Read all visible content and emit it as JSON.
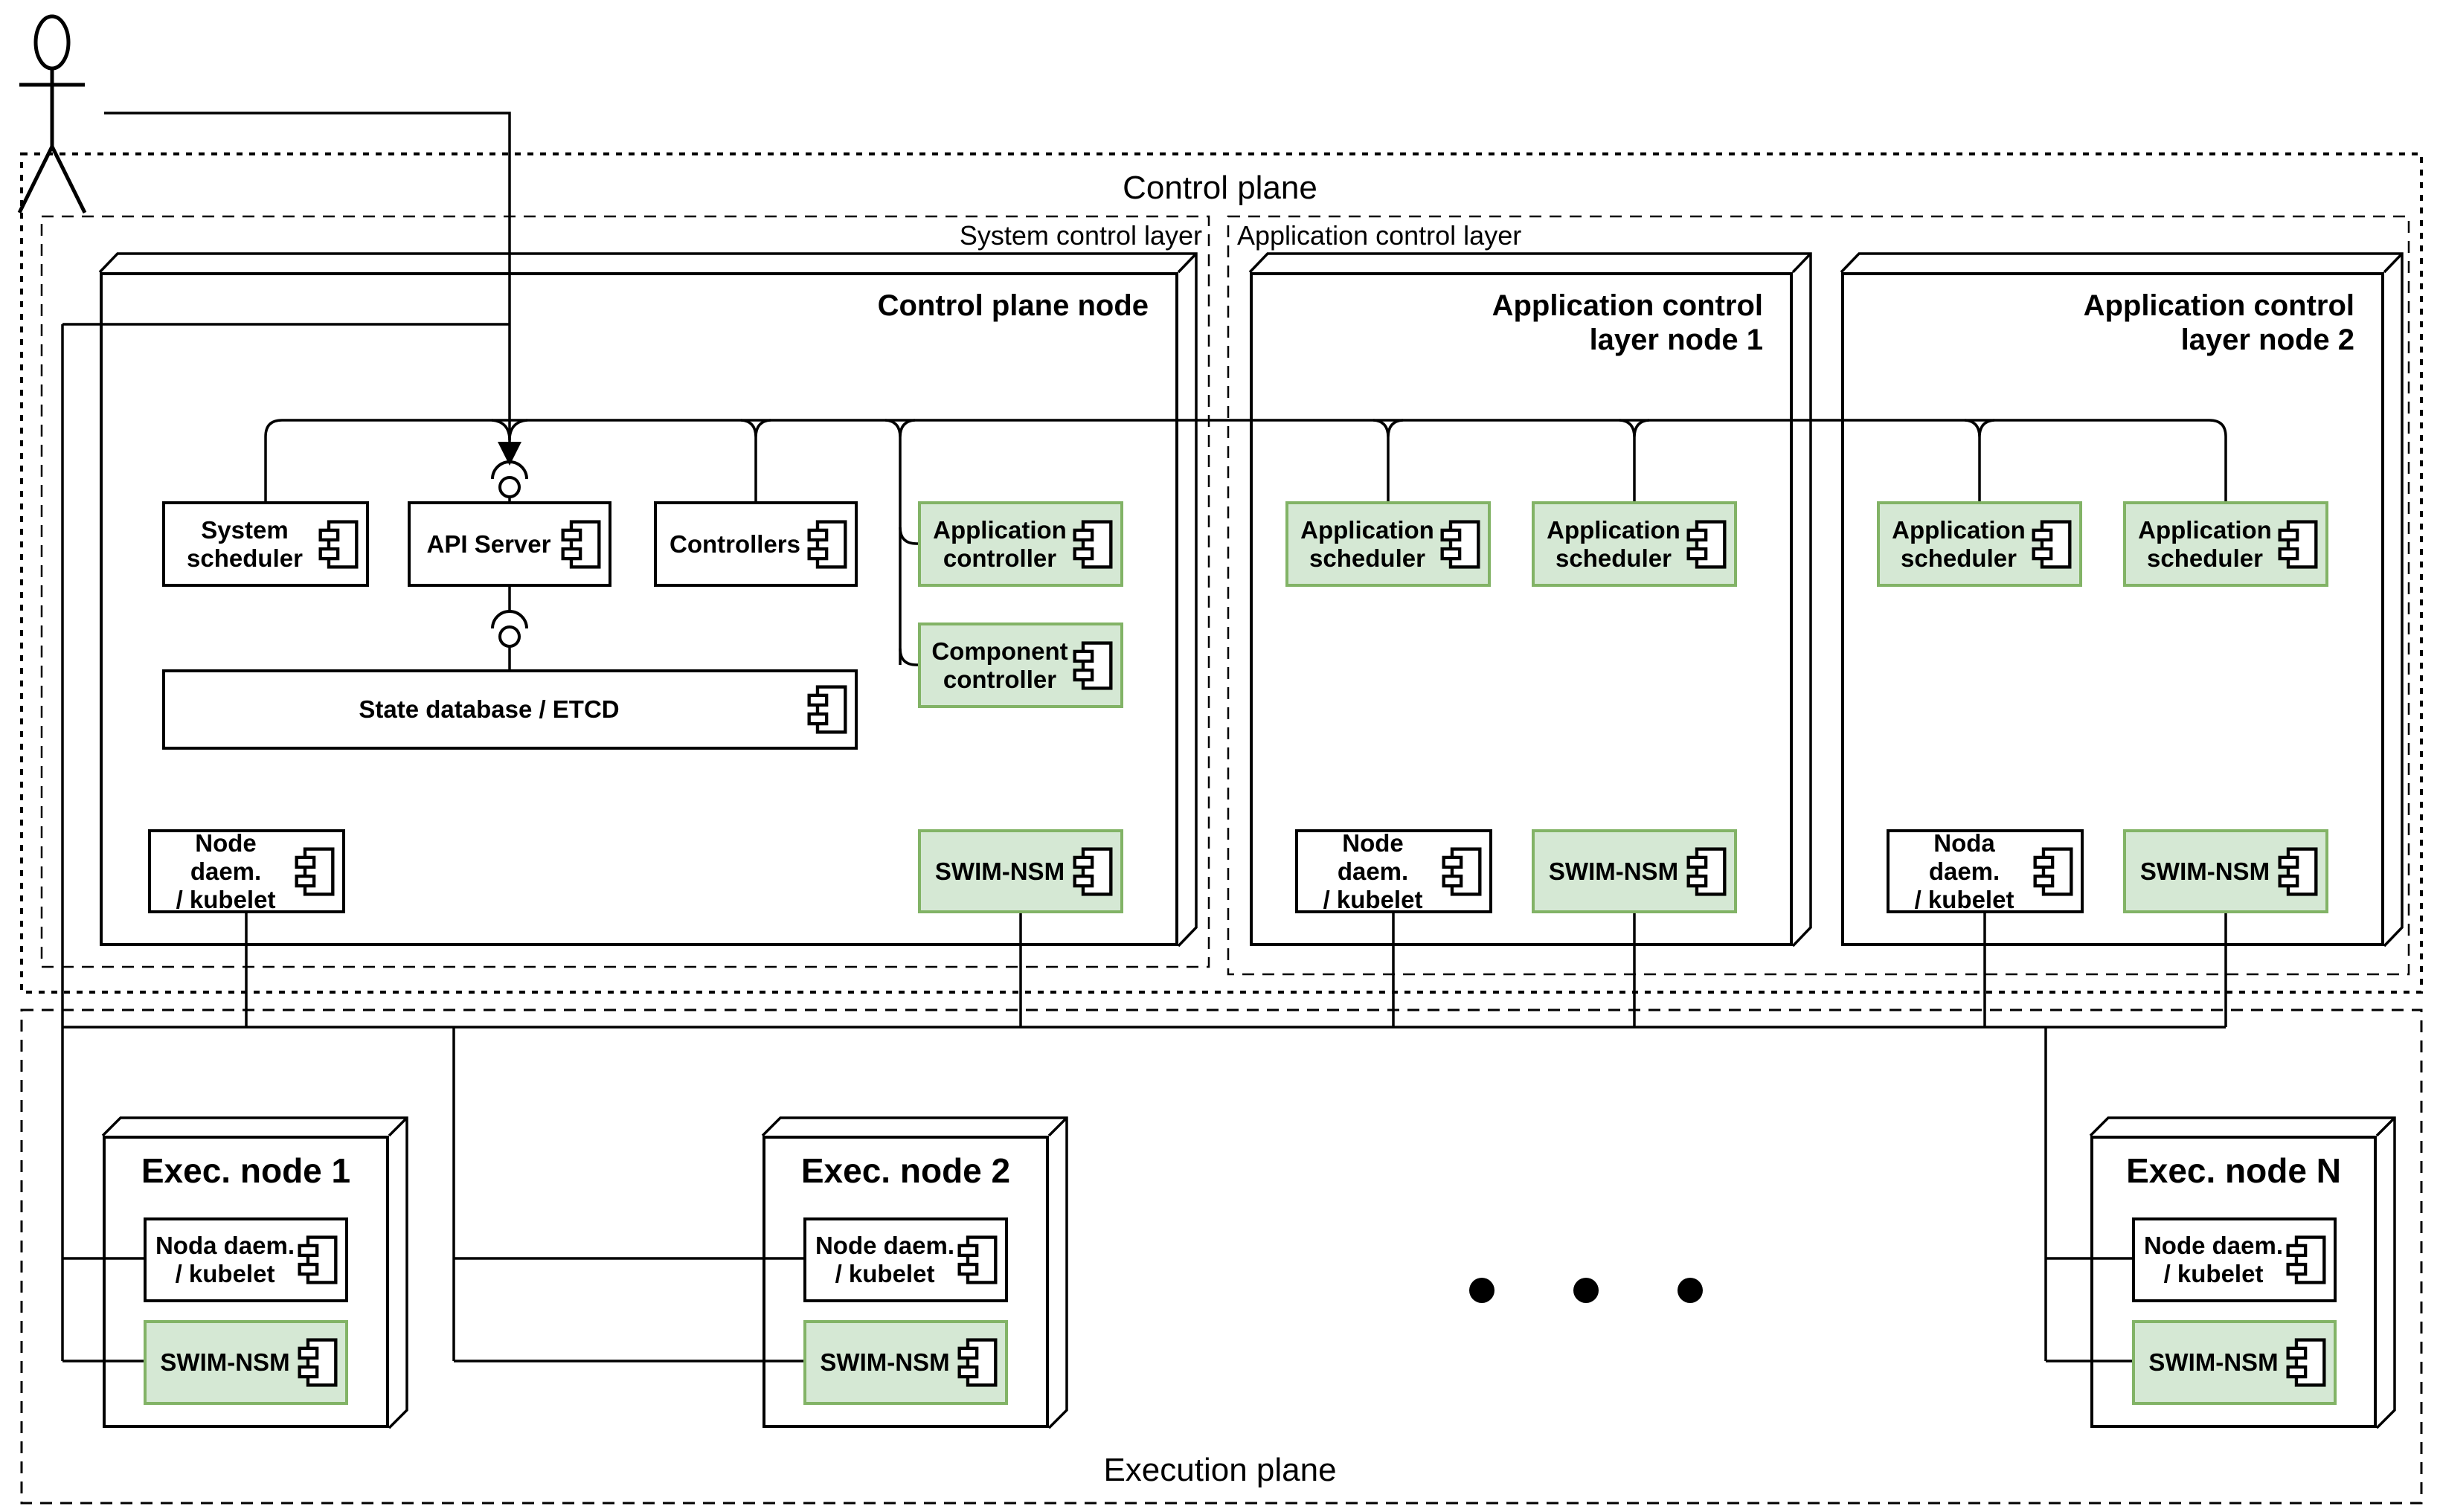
{
  "colors": {
    "accent_fill": "#d5e8d4",
    "accent_stroke": "#82b366",
    "line": "#000000",
    "background": "#ffffff"
  },
  "planes": {
    "control": {
      "label": "Control plane"
    },
    "execution": {
      "label": "Execution plane"
    }
  },
  "layers": {
    "system": {
      "label": "System control layer"
    },
    "application": {
      "label": "Application control layer"
    }
  },
  "nodes": {
    "control_plane_node": {
      "title": "Control plane node",
      "components": {
        "system_scheduler": {
          "label": "System\nscheduler"
        },
        "api_server": {
          "label": "API Server"
        },
        "controllers": {
          "label": "Controllers"
        },
        "application_controller": {
          "label": "Application\ncontroller"
        },
        "component_controller": {
          "label": "Component\ncontroller"
        },
        "state_database": {
          "label": "State database / ETCD"
        },
        "node_daemon": {
          "label": "Node daem.\n/ kubelet"
        },
        "swim_nsm": {
          "label": "SWIM-NSM"
        }
      }
    },
    "app_node_1": {
      "title": "Application control\nlayer node 1",
      "components": {
        "scheduler_a": {
          "label": "Application\nscheduler"
        },
        "scheduler_b": {
          "label": "Application\nscheduler"
        },
        "node_daemon": {
          "label": "Node daem.\n/ kubelet"
        },
        "swim_nsm": {
          "label": "SWIM-NSM"
        }
      }
    },
    "app_node_2": {
      "title": "Application control\nlayer node 2",
      "components": {
        "scheduler_a": {
          "label": "Application\nscheduler"
        },
        "scheduler_b": {
          "label": "Application\nscheduler"
        },
        "node_daemon": {
          "label": "Noda daem.\n/ kubelet"
        },
        "swim_nsm": {
          "label": "SWIM-NSM"
        }
      }
    },
    "exec_node_1": {
      "title": "Exec. node 1",
      "components": {
        "node_daemon": {
          "label": "Noda daem.\n/ kubelet"
        },
        "swim_nsm": {
          "label": "SWIM-NSM"
        }
      }
    },
    "exec_node_2": {
      "title": "Exec. node 2",
      "components": {
        "node_daemon": {
          "label": "Node daem.\n/ kubelet"
        },
        "swim_nsm": {
          "label": "SWIM-NSM"
        }
      }
    },
    "exec_node_n": {
      "title": "Exec. node N",
      "components": {
        "node_daemon": {
          "label": "Node daem.\n/ kubelet"
        },
        "swim_nsm": {
          "label": "SWIM-NSM"
        }
      }
    }
  }
}
